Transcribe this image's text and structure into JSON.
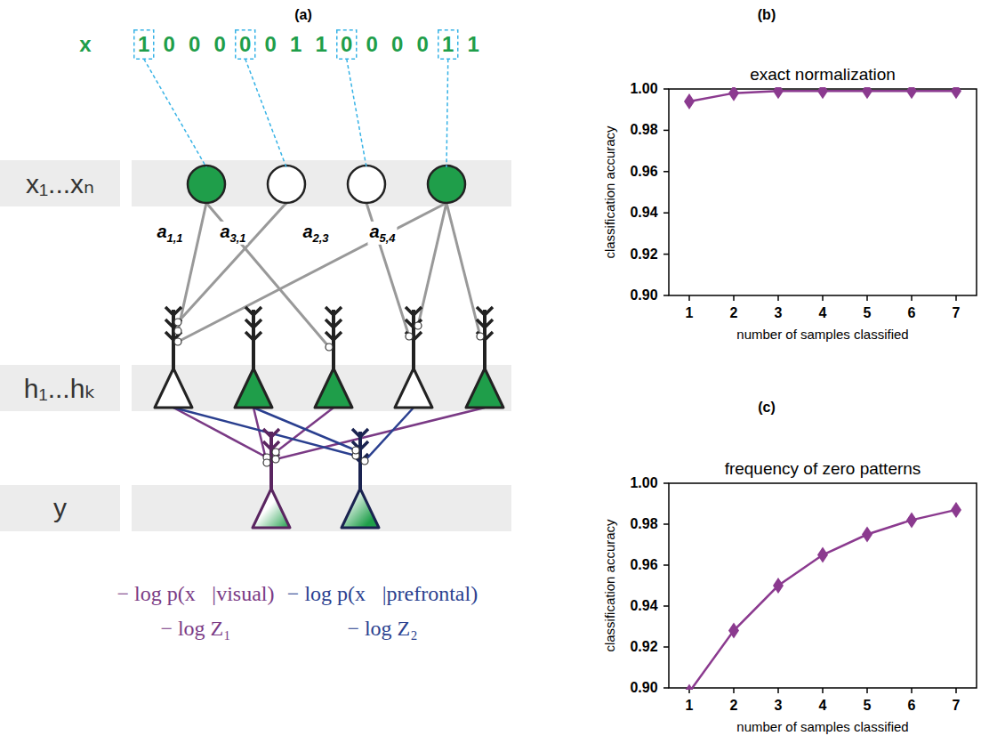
{
  "diagram": {
    "nodes": [
      {
        "text": [
          "x₁...xₙ"
        ]
      },
      {
        "text": [
          "h₁...hₖ"
        ]
      },
      {
        "text": [
          "y"
        ]
      }
    ],
    "labels": [
      "(a)",
      "x",
      "10000011000011",
      "a1,1",
      "a3,1",
      "a2,3",
      "a5,4",
      "− log p(x⃗|visual)",
      "− log Z₁",
      "− log p(x⃗|prefrontal)",
      "− log Z₂",
      "(b)",
      "exact normalization",
      "1.00",
      "0.98",
      "0.96",
      "0.94",
      "0.92",
      "0.90",
      "1",
      "2",
      "3",
      "4",
      "5",
      "6",
      "7",
      "classification accuracy",
      "number of samples classified",
      "(c)",
      "frequency of zero patterns",
      "1.00",
      "0.98",
      "0.96",
      "0.94",
      "0.92",
      "0.90",
      "1",
      "2",
      "3",
      "4",
      "5",
      "6",
      "7",
      "classification accuracy",
      "number of samples classified"
    ]
  }
}
